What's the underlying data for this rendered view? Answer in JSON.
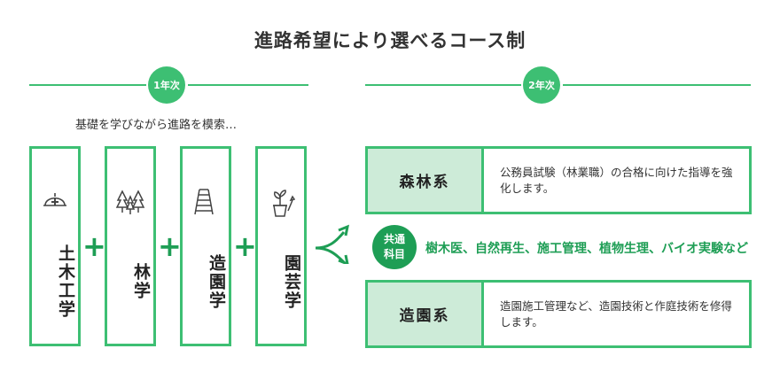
{
  "title": "進路希望により選べるコース制",
  "year1": {
    "badge": "1年次",
    "subtitle": "基礎を学びながら進路を模索…"
  },
  "year2": {
    "badge": "2年次"
  },
  "subjects": [
    {
      "label": "土木工学",
      "icon": "hard-hat-icon"
    },
    {
      "label": "林学",
      "icon": "trees-icon"
    },
    {
      "label": "造園学",
      "icon": "ladder-icon"
    },
    {
      "label": "園芸学",
      "icon": "potted-plant-icon"
    }
  ],
  "plus_symbol": "+",
  "courses": [
    {
      "name": "森林系",
      "description": "公務員試験（林業職）の合格に向けた指導を強化します。"
    },
    {
      "name": "造園系",
      "description": "造園施工管理など、造園技術と作庭技術を修得します。"
    }
  ],
  "common": {
    "badge_line1": "共通",
    "badge_line2": "科目",
    "text": "樹木医、自然再生、施工管理、植物生理、バイオ実験など"
  },
  "colors": {
    "accent": "#3dbf73",
    "accent_dark": "#1e9e55",
    "course_fill": "#cdebd8"
  }
}
